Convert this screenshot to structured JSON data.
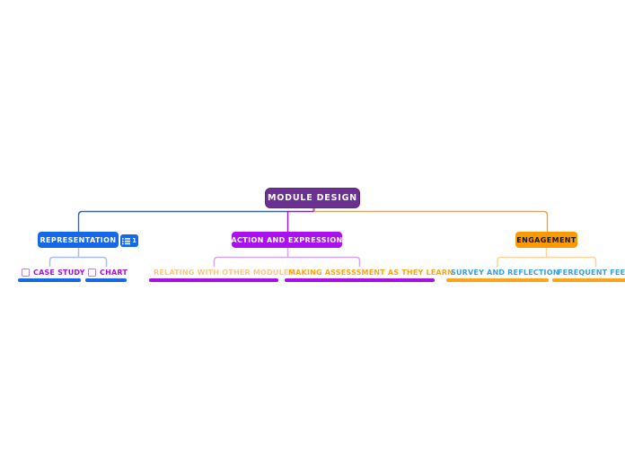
{
  "canvas": {
    "background": "#ffffff"
  },
  "mindmap": {
    "root": {
      "label": "MODULE DESIGN",
      "fill": "#6b3191",
      "text_color": "#ffffff",
      "stem_color": "#b5798c"
    },
    "branches": [
      {
        "label": "REPRESENTATION",
        "fill": "#1569e8",
        "text_color": "#ffffff",
        "connector_color": "#1b6ae0",
        "sub_connector_color": "#a9bcf2",
        "badge": {
          "icon": "list-icon",
          "count": "1",
          "fill": "#1569e8"
        },
        "children": [
          {
            "label": "CASE STUDY",
            "checkbox": true,
            "text_color": "#a315d6",
            "underline_color": "#1569e8"
          },
          {
            "label": "CHART",
            "checkbox": true,
            "text_color": "#a315d6",
            "underline_color": "#1569e8"
          }
        ]
      },
      {
        "label": "ACTION AND EXPRESSION",
        "fill": "#ab10f0",
        "text_color": "#ffffff",
        "connector_color": "#9d10e0",
        "sub_connector_color": "#d5a6f4",
        "children": [
          {
            "label": "RELATING WITH OTHER MODULES",
            "checkbox": false,
            "text_color": "#f7c889",
            "underline_color": "#a90ee6"
          },
          {
            "label": "MAKING ASSESSSMENT AS THEY LEARN",
            "checkbox": false,
            "text_color": "#ffa415",
            "underline_color": "#a90ee6"
          }
        ]
      },
      {
        "label": "ENGAGEMENT",
        "fill": "#fb9900",
        "text_color": "#16162e",
        "connector_color": "#f5a42a",
        "sub_connector_color": "#f9d49e",
        "children": [
          {
            "label": "SURVEY AND REFLECTION",
            "checkbox": false,
            "text_color": "#38a0e0",
            "underline_color": "#fba41c"
          },
          {
            "label": "FEREQUENT FEEDBACK",
            "checkbox": false,
            "text_color": "#38a0e0",
            "underline_color": "#fba41c"
          }
        ]
      }
    ]
  }
}
